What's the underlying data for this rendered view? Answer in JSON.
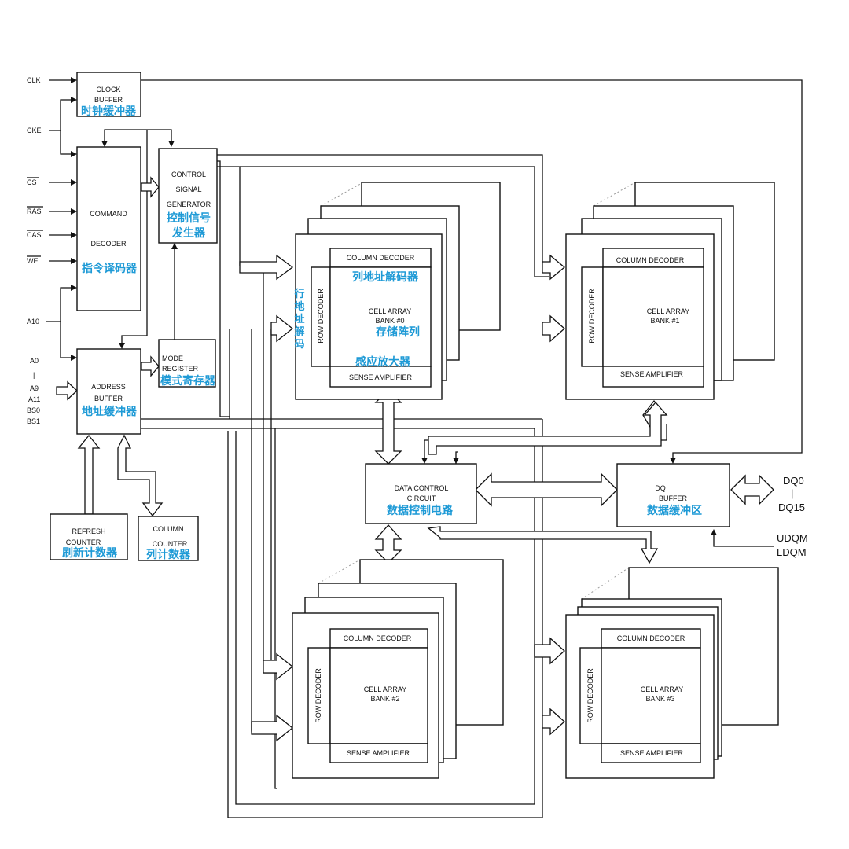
{
  "colors": {
    "annotation": "#1e9ad6",
    "line": "#111111",
    "background": "#ffffff"
  },
  "signals": {
    "clk": "CLK",
    "cke": "CKE",
    "cs": "CS",
    "ras": "RAS",
    "cas": "CAS",
    "we": "WE",
    "a10": "A10",
    "a0": "A0",
    "bar": "|",
    "a9": "A9",
    "a11": "A11",
    "bs0": "BS0",
    "bs1": "BS1",
    "dq0": "DQ0",
    "dqbar": "|",
    "dq15": "DQ15",
    "udqm": "UDQM",
    "ldqm": "LDQM"
  },
  "blocks": {
    "clock_buffer": {
      "line1": "CLOCK",
      "line2": "BUFFER",
      "cn": "时钟缓冲器"
    },
    "command_decoder": {
      "line1": "COMMAND",
      "line2": "DECODER",
      "cn": "指令译码器"
    },
    "control_signal_generator": {
      "line1": "CONTROL",
      "line2": "SIGNAL",
      "line3": "GENERATOR",
      "cn1": "控制信号",
      "cn2": "发生器"
    },
    "mode_register": {
      "line1": "MODE",
      "line2": "REGISTER",
      "cn": "模式寄存器"
    },
    "address_buffer": {
      "line1": "ADDRESS",
      "line2": "BUFFER",
      "cn": "地址缓冲器"
    },
    "refresh_counter": {
      "line1": "REFRESH",
      "line2": "COUNTER",
      "cn": "刷新计数器"
    },
    "column_counter": {
      "line1": "COLUMN",
      "line2": "COUNTER",
      "cn": "列计数器"
    },
    "data_control_circuit": {
      "line1": "DATA CONTROL",
      "line2": "CIRCUIT",
      "cn": "数据控制电路"
    },
    "dq_buffer": {
      "line1": "DQ",
      "line2": "BUFFER",
      "cn": "数据缓冲区"
    }
  },
  "banks": [
    {
      "column_decoder": "COLUMN DECODER",
      "row_decoder": "ROW DECODER",
      "cell_array": "CELL ARRAY",
      "bank": "BANK #0",
      "sense_amplifier": "SENSE AMPLIFIER",
      "cn_column_decoder": "列地址解码器",
      "cn_cell_array": "存储阵列",
      "cn_sense_amplifier": "感应放大器",
      "cn_row_decoder": [
        "行",
        "地",
        "址",
        "解",
        "码"
      ]
    },
    {
      "column_decoder": "COLUMN DECODER",
      "row_decoder": "ROW DECODER",
      "cell_array": "CELL ARRAY",
      "bank": "BANK #1",
      "sense_amplifier": "SENSE AMPLIFIER"
    },
    {
      "column_decoder": "COLUMN DECODER",
      "row_decoder": "ROW DECODER",
      "cell_array": "CELL ARRAY",
      "bank": "BANK #2",
      "sense_amplifier": "SENSE AMPLIFIER"
    },
    {
      "column_decoder": "COLUMN DECODER",
      "row_decoder": "ROW DECODER",
      "cell_array": "CELL ARRAY",
      "bank": "BANK #3",
      "sense_amplifier": "SENSE AMPLIFIER"
    }
  ]
}
